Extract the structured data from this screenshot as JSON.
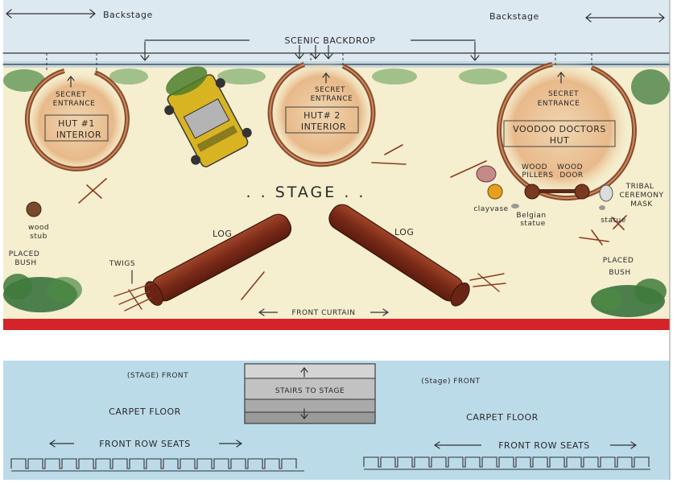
{
  "labels": {
    "backstage_left": "Backstage",
    "backstage_right": "Backstage",
    "scenic_backdrop": "SCENIC BACKDROP",
    "stage": ". . STAGE . .",
    "front_curtain": "FRONT CURTAIN",
    "stage_front_left": "(STAGE) FRONT",
    "stage_front_right": "(Stage) FRONT",
    "carpet_floor_left": "CARPET FLOOR",
    "carpet_floor_right": "CARPET FLOOR",
    "front_row_seats_left": "FRONT ROW SEATS",
    "front_row_seats_right": "FRONT ROW SEATS",
    "stairs": "STAIRS TO STAGE"
  },
  "huts": [
    {
      "entrance_l1": "SECRET",
      "entrance_l2": "ENTRANCE",
      "name_l1": "HUT #1",
      "name_l2": "INTERIOR"
    },
    {
      "entrance_l1": "SECRET",
      "entrance_l2": "ENTRANCE",
      "name_l1": "HUT# 2",
      "name_l2": "INTERIOR"
    },
    {
      "entrance_l1": "SECRET",
      "entrance_l2": "ENTRANCE",
      "name_l1": "VOODOO DOCTORS",
      "name_l2": "HUT"
    }
  ],
  "props": {
    "log_left": "LOG",
    "log_right": "LOG",
    "twigs": "TWIGS",
    "wood_stub_l1": "wood",
    "wood_stub_l2": "stub",
    "placed_bush_left_l1": "PLACED",
    "placed_bush_left_l2": "BUSH",
    "placed_bush_right_l1": "PLACED",
    "placed_bush_right_l2": "BUSH",
    "wood_pillers_l1": "WOOD",
    "wood_pillers_l2": "PILLERS",
    "wood_door_l1": "WOOD",
    "wood_door_l2": "DOOR",
    "clay_vase": "clayvase",
    "belgian_statue_l1": "Belgian",
    "belgian_statue_l2": "statue",
    "statue": "statue",
    "tribal_mask_l1": "TRIBAL",
    "tribal_mask_l2": "CEREMONY",
    "tribal_mask_l3": "MASK"
  },
  "colors": {
    "backdrop": "#dde9f0",
    "stage_floor": "#f5efcf",
    "curtain": "#d4242a",
    "carpet": "#bcdbe8",
    "bush": "#2f6b35",
    "log": "#7a2a18",
    "vehicle": "#d9b422",
    "hut_floor": "#e8c79a"
  }
}
